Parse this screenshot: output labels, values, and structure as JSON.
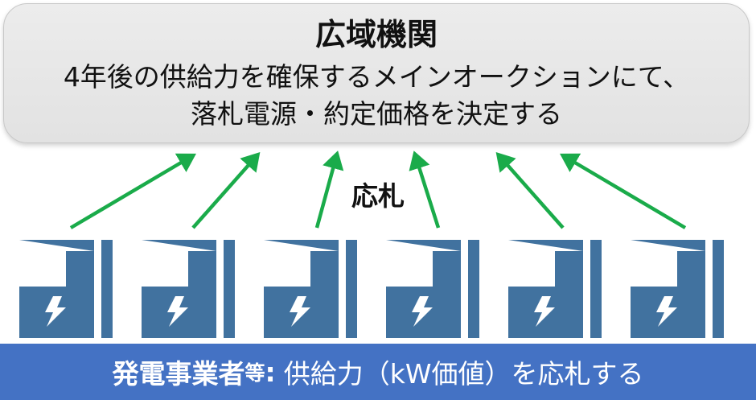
{
  "organization": {
    "title": "広域機関",
    "line1": "4年後の供給力を確保するメインオークションにて、",
    "line2": "落札電源・約定価格を決定する"
  },
  "bid_label": "応札",
  "arrow_color": "#1aab4a",
  "factory_color": "#41729f",
  "footer": {
    "bold": "発電事業者",
    "small": "等",
    "colon": ":",
    "rest": "供給力（kW価値）を応札する",
    "background": "#4472c4"
  },
  "icons": [
    "power-plant-icon",
    "lightning-bolt-icon",
    "arrow-icon"
  ]
}
